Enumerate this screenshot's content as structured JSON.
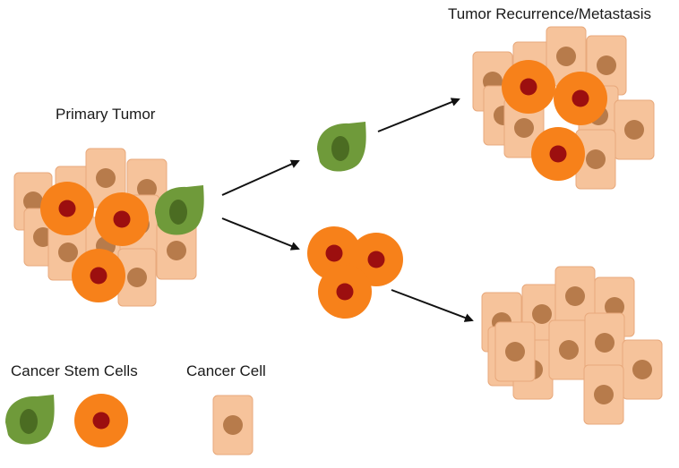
{
  "labels": {
    "primary_tumor": "Primary Tumor",
    "recurrence": "Tumor Recurrence/Metastasis",
    "cancer_stem_cells": "Cancer Stem Cells",
    "cancer_cell": "Cancer Cell"
  },
  "colors": {
    "cancer_cell_fill": "#f6c39b",
    "cancer_cell_edge": "#e8a97c",
    "cancer_cell_nucleus": "#b77b4b",
    "orange_stem_fill": "#f7811a",
    "orange_stem_nucleus": "#9c0f0f",
    "green_stem_fill": "#6f9a3a",
    "green_stem_nucleus": "#4b6c22",
    "arrow": "#111111"
  }
}
